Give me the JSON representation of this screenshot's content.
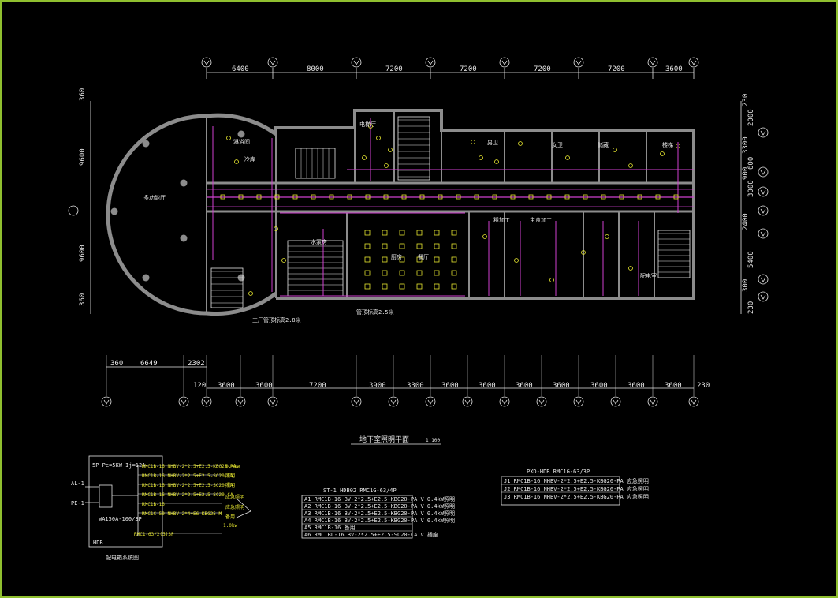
{
  "colors": {
    "background": "#000000",
    "frame": "#8fbf2f",
    "wall": "#8c8c8c",
    "wire": "#d040d0",
    "fixture": "#e8e830",
    "text": "#e6e6e6"
  },
  "top_dims": [
    "6400",
    "8000",
    "7200",
    "7200",
    "7200",
    "7200",
    "3600"
  ],
  "bottom_dims_upper": [
    "360",
    "6649",
    "2302"
  ],
  "bottom_dims_lower": [
    "120",
    "3600",
    "3600",
    "7200",
    "3900",
    "3300",
    "3600",
    "3600",
    "3600",
    "3600",
    "3600",
    "3600",
    "3600",
    "230"
  ],
  "left_dims": [
    "360",
    "9600",
    "9600",
    "360"
  ],
  "right_dims": [
    "230",
    "2000",
    "3300",
    "600",
    "900",
    "3000",
    "2400",
    "5400",
    "300",
    "230"
  ],
  "room_labels": [
    "电梯厅",
    "淋浴间",
    "冷库",
    "男卫",
    "女卫",
    "多功能厅",
    "厨房",
    "储藏",
    "楼梯",
    "水泵房",
    "餐厅",
    "粗加工",
    "主食加工",
    "配电室"
  ],
  "notes": {
    "ceiling_a": "工厂管顶标高2.8米",
    "ceiling_b": "管顶标高2.5米"
  },
  "plan_title": "地下室照明平面",
  "plan_scale": "1:100",
  "panel_left": {
    "header": "5P  Pe=5KW\nIj=12A",
    "left_tags": [
      "AL-1",
      "PE-1"
    ],
    "breaker": "WA150A-100/3P",
    "circuits": [
      "RMC1B-16  NHBV-2*2.5+E2.5-KBG20-PA",
      "RMC1B-16  NHBV-2*2.5+E2.5-SC20-CA",
      "RMC1B-16  NHBV-2*2.5+E2.5-SC20-CA",
      "RMC1B-16  NHBV-2*2.5+E2.5-SC20-CA",
      "RMC1B-16",
      "RMC1C-50  NHBV-2*4+E6-KBG25-M",
      "RMC1-63/2(5)3P"
    ],
    "right_notes": [
      "0.4kw",
      "照明",
      "照明",
      "应急照明",
      "应急照明",
      "备用",
      "1.0kw"
    ],
    "box_label": "HDB",
    "caption": "配电箱系统图"
  },
  "panel_mid": {
    "header": "ST-1 HDB02 RMC1G-63/4P",
    "rows": [
      "A1 RMC1B-16  BV-2*2.5+E2.5-KBG20-PA  V  0.4kW照明",
      "A2 RMC1B-16  BV-2*2.5+E2.5-KBG20-PA  V  0.4kW照明",
      "A3 RMC1B-16  BV-2*2.5+E2.5-KBG20-PA  V  0.4kW照明",
      "A4 RMC1B-16  BV-2*2.5+E2.5-KBG20-PA  V  0.4kW照明",
      "A5 RMC1B-16                          备用",
      "A6 RMC1BL-16 BV-2*2.5+E2.5-SC20-CA  V  插座"
    ]
  },
  "panel_right": {
    "header": "PXD-HDB RMC1G-63/3P",
    "rows": [
      "J1 RMC1B-16  NHBV-2*2.5+E2.5-KBG20-PA 应急照明",
      "J2 RMC1B-16  NHBV-2*2.5+E2.5-KBG20-PA 应急照明",
      "J3 RMC1B-16  NHBV-2*2.5+E2.5-KBG20-PA 应急照明"
    ]
  }
}
